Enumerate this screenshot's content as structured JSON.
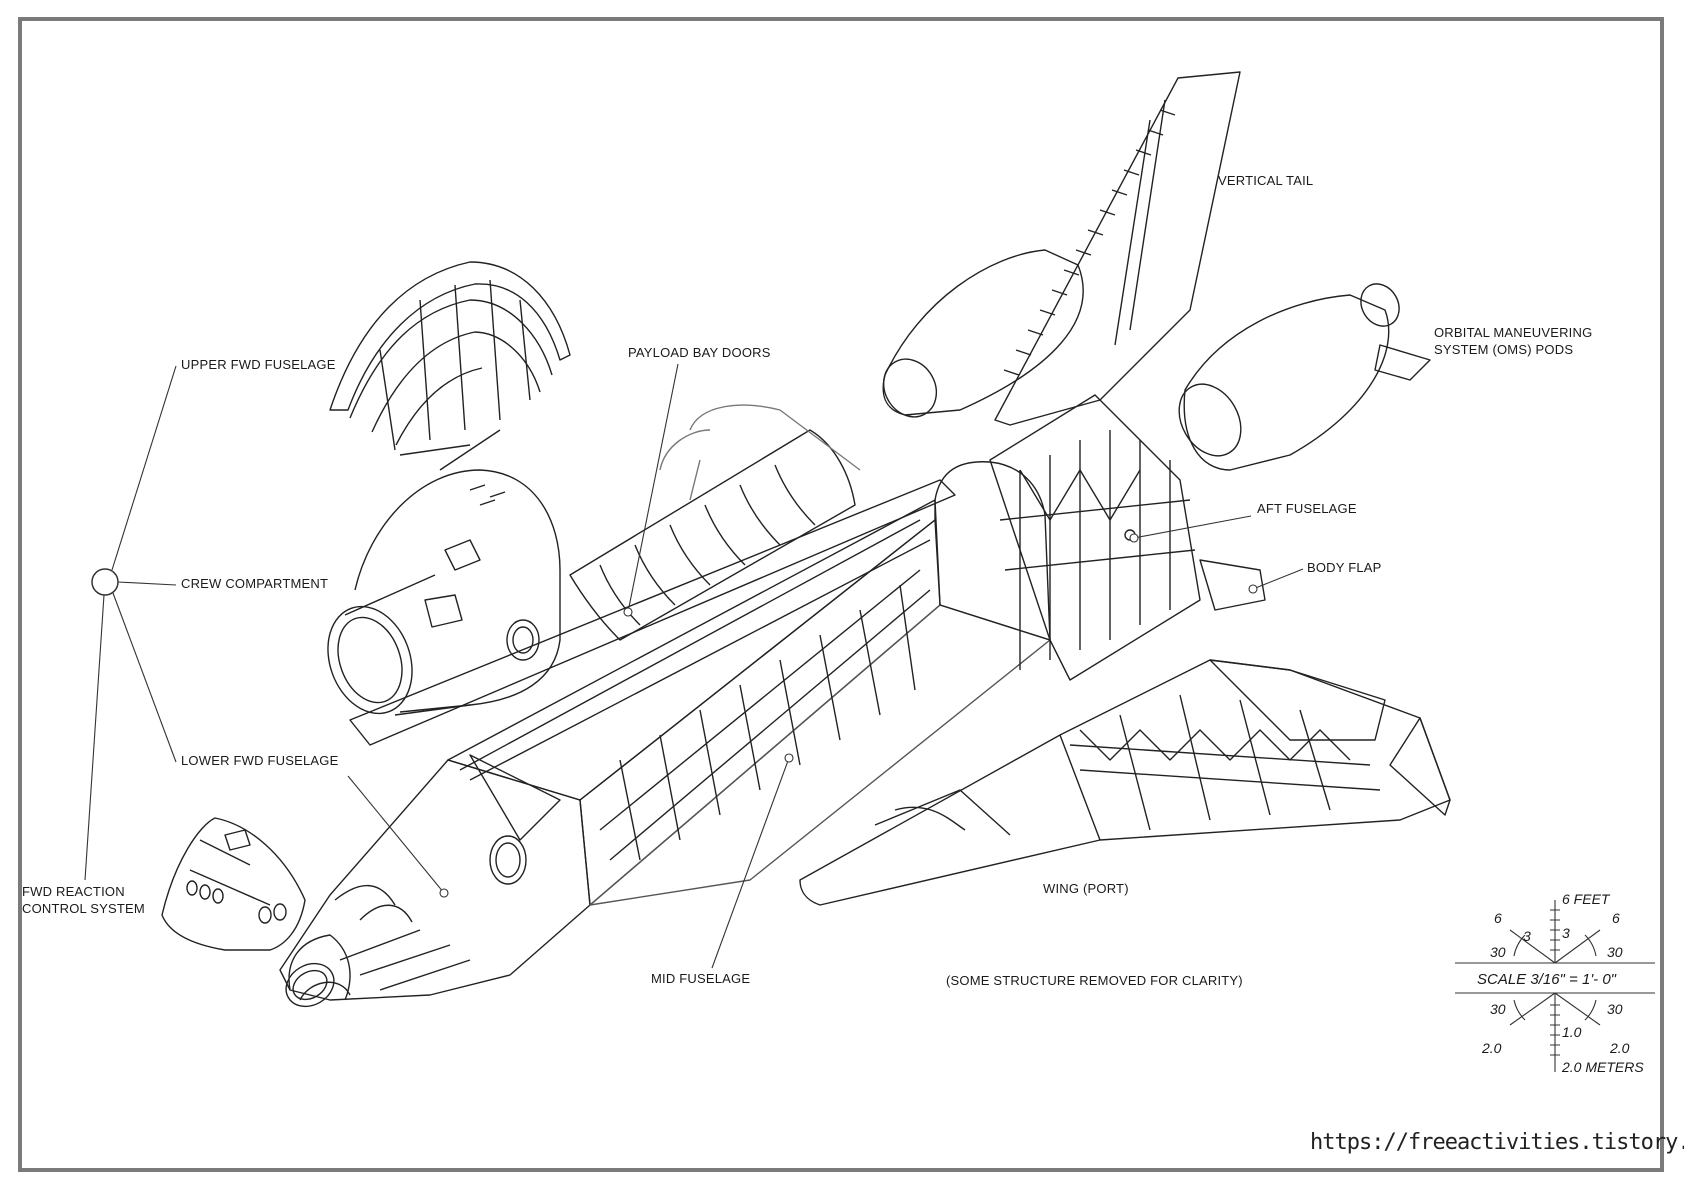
{
  "labels": {
    "upper_fwd_fuselage": "UPPER FWD FUSELAGE",
    "payload_bay_doors": "PAYLOAD BAY DOORS",
    "vertical_tail": "VERTICAL TAIL",
    "oms_pods_line1": "ORBITAL MANEUVERING",
    "oms_pods_line2": "SYSTEM (OMS) PODS",
    "crew_compartment": "CREW COMPARTMENT",
    "aft_fuselage": "AFT FUSELAGE",
    "body_flap": "BODY FLAP",
    "lower_fwd_fuselage": "LOWER FWD FUSELAGE",
    "fwd_rcs_line1": "FWD REACTION",
    "fwd_rcs_line2": "CONTROL SYSTEM",
    "wing_port": "WING (PORT)",
    "mid_fuselage": "MID FUSELAGE",
    "note": "(SOME STRUCTURE REMOVED FOR CLARITY)"
  },
  "scale": {
    "feet_label": "6 FEET",
    "feet_3": "3",
    "left_6": "6",
    "left_3": "3",
    "right_6": "6",
    "left_30_top": "30",
    "right_30_top": "30",
    "scale_text": "SCALE   3/16\" = 1'- 0\"",
    "left_30_bottom": "30",
    "right_30_bottom": "30",
    "m_1_0": "1.0",
    "left_2_0": "2.0",
    "right_2_0": "2.0",
    "meters_label": "2.0 METERS"
  },
  "website": "https://freeactivities.tistory.com/"
}
